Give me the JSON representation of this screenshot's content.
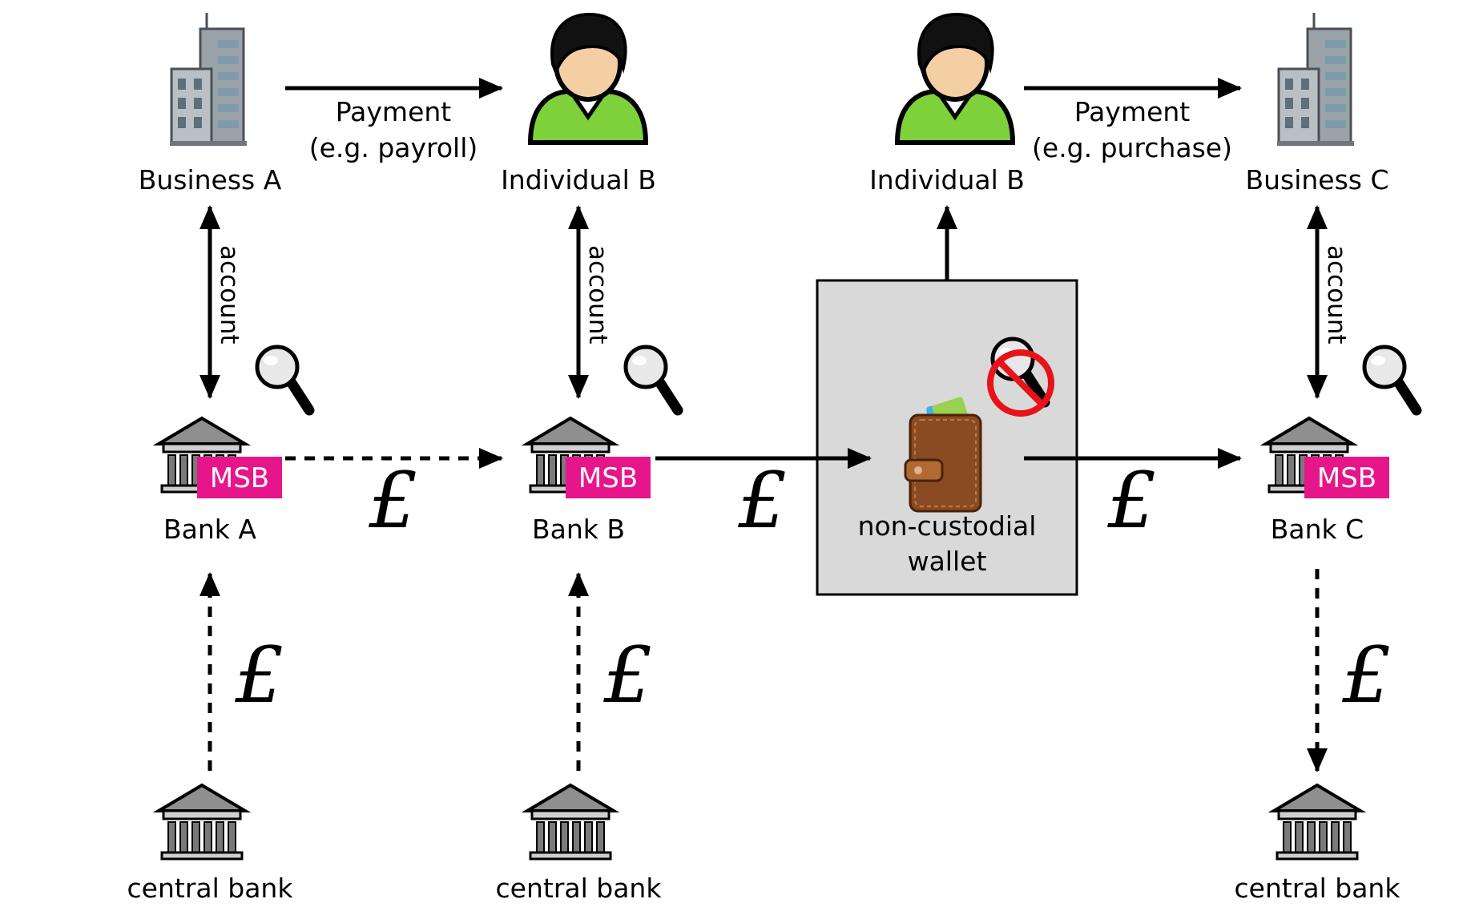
{
  "nodes": {
    "business_a": "Business A",
    "individual_b_left": "Individual B",
    "individual_b_right": "Individual B",
    "business_c": "Business C",
    "bank_a": "Bank A",
    "bank_b": "Bank B",
    "bank_c": "Bank C",
    "central_bank_a": "central bank",
    "central_bank_b": "central bank",
    "central_bank_c": "central bank",
    "wallet_line1": "non-custodial",
    "wallet_line2": "wallet"
  },
  "payments": {
    "left_line1": "Payment",
    "left_line2": "(e.g.  payroll)",
    "right_line1": "Payment",
    "right_line2": "(e.g.  purchase)"
  },
  "account_label": "account",
  "msb_label": "MSB",
  "currency_symbol": "£",
  "colors": {
    "msb": "#e6168a",
    "wallet_box": "#d9d9d9",
    "person_shirt": "#7fd13b",
    "no_sign": "#e8131a"
  },
  "icons": {
    "business": "office-building-icon",
    "person": "person-icon",
    "bank": "bank-icon",
    "magnifier": "magnifying-glass-icon",
    "wallet": "wallet-icon",
    "prohibited": "prohibited-icon"
  }
}
